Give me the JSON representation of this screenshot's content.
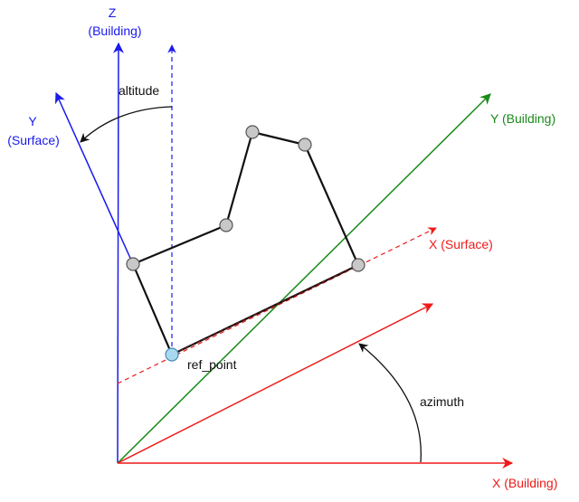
{
  "colors": {
    "blue": "#1a1aee",
    "green": "#1a8a1a",
    "red": "#ee1a1a",
    "black": "#111111",
    "vertex_fill": "#c8c8c8",
    "ref_fill": "#a8d8f0"
  },
  "labels": {
    "z_building_line1": "Z",
    "z_building_line2": "(Building)",
    "y_surface_line1": "Y",
    "y_surface_line2": "(Surface)",
    "y_building": "Y (Building)",
    "x_surface": "X (Surface)",
    "x_building": "X (Building)",
    "altitude": "altitude",
    "azimuth": "azimuth",
    "ref_point": "ref_point"
  }
}
